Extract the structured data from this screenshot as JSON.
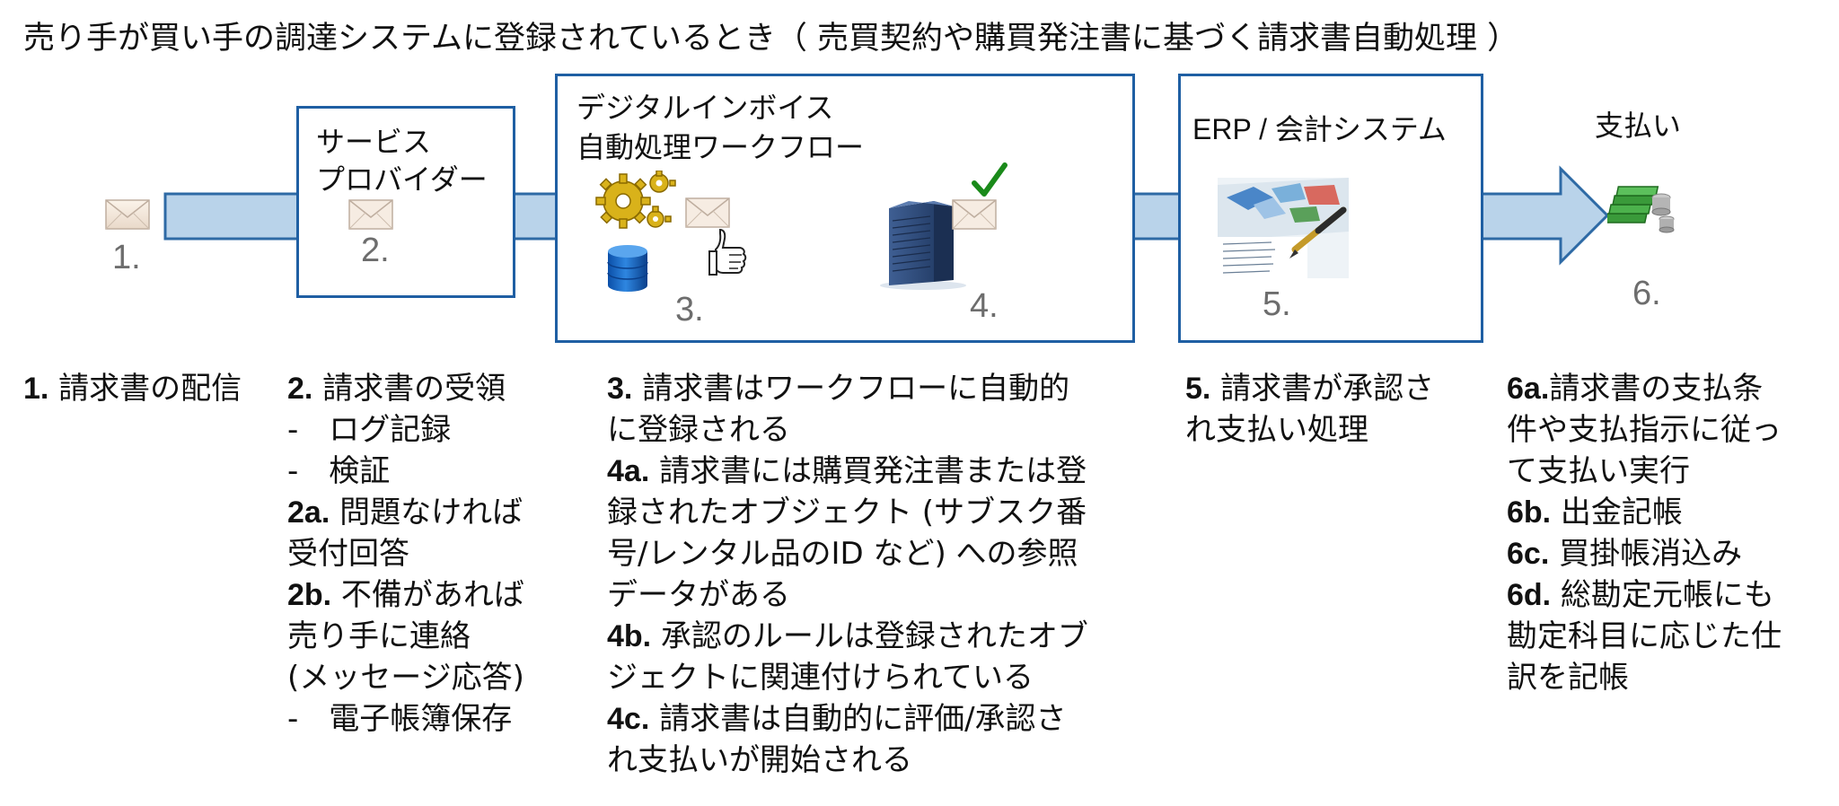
{
  "title": "売り手が買い手の調達システムに登録されているとき（ 売買契約や購買発注書に基づく請求書自動処理 ）",
  "colors": {
    "box_border": "#1f5fa3",
    "arrow_fill": "#b9d3ea",
    "arrow_stroke": "#2e6aa5",
    "number_gray": "#6d6d6d"
  },
  "stages": {
    "provider": {
      "label1": "サービス",
      "label2": "プロバイダー"
    },
    "workflow": {
      "label1": "デジタルインボイス",
      "label2": "自動処理ワークフロー"
    },
    "erp": {
      "label": "ERP / 会計システム"
    },
    "payment": {
      "label": "支払い"
    }
  },
  "numbers": {
    "n1": "1.",
    "n2": "2.",
    "n3": "3.",
    "n4": "4.",
    "n5": "5.",
    "n6": "6."
  },
  "icons": {
    "envelope": "envelope-icon",
    "gears": "gears-icon",
    "database": "database-icon",
    "thumbs_up": "thumbs-up-icon",
    "server": "server-icon",
    "checkmark": "checkmark-icon",
    "chart_doc": "financial-chart-icon",
    "money": "money-stack-icon"
  },
  "descriptions": {
    "col1": [
      {
        "num": "1.",
        "text": " 請求書の配信"
      }
    ],
    "col2": [
      {
        "num": "2.",
        "text": " 請求書の受領"
      },
      {
        "num": "-",
        "text": "　ログ記録"
      },
      {
        "num": "-",
        "text": "　検証"
      },
      {
        "num": "2a.",
        "text": " 問題なければ"
      },
      {
        "num": "",
        "text": "受付回答"
      },
      {
        "num": "2b.",
        "text": " 不備があれば"
      },
      {
        "num": "",
        "text": "売り手に連絡"
      },
      {
        "num": "",
        "text": "(メッセージ応答)"
      },
      {
        "num": "-",
        "text": "　電子帳簿保存"
      }
    ],
    "col3": [
      {
        "num": "3.",
        "text": " 請求書はワークフローに自動的"
      },
      {
        "num": "",
        "text": "に登録される"
      },
      {
        "num": "4a.",
        "text": " 請求書には購買発注書または登"
      },
      {
        "num": "",
        "text": "録されたオブジェクト (サブスク番"
      },
      {
        "num": "",
        "text": "号/レンタル品のID など) への参照"
      },
      {
        "num": "",
        "text": "データがある"
      },
      {
        "num": "4b.",
        "text": " 承認のルールは登録されたオブ"
      },
      {
        "num": "",
        "text": "ジェクトに関連付けられている"
      },
      {
        "num": "4c.",
        "text": " 請求書は自動的に評価/承認さ"
      },
      {
        "num": "",
        "text": "れ支払いが開始される"
      }
    ],
    "col4": [
      {
        "num": "5.",
        "text": " 請求書が承認さ"
      },
      {
        "num": "",
        "text": "れ支払い処理"
      }
    ],
    "col5": [
      {
        "num": "6a.",
        "text": "請求書の支払条"
      },
      {
        "num": "",
        "text": "件や支払指示に従っ"
      },
      {
        "num": "",
        "text": "て支払い実行"
      },
      {
        "num": "6b.",
        "text": " 出金記帳"
      },
      {
        "num": "6c.",
        "text": " 買掛帳消込み"
      },
      {
        "num": "6d.",
        "text": " 総勘定元帳にも"
      },
      {
        "num": "",
        "text": "勘定科目に応じた仕"
      },
      {
        "num": "",
        "text": "訳を記帳"
      }
    ]
  }
}
